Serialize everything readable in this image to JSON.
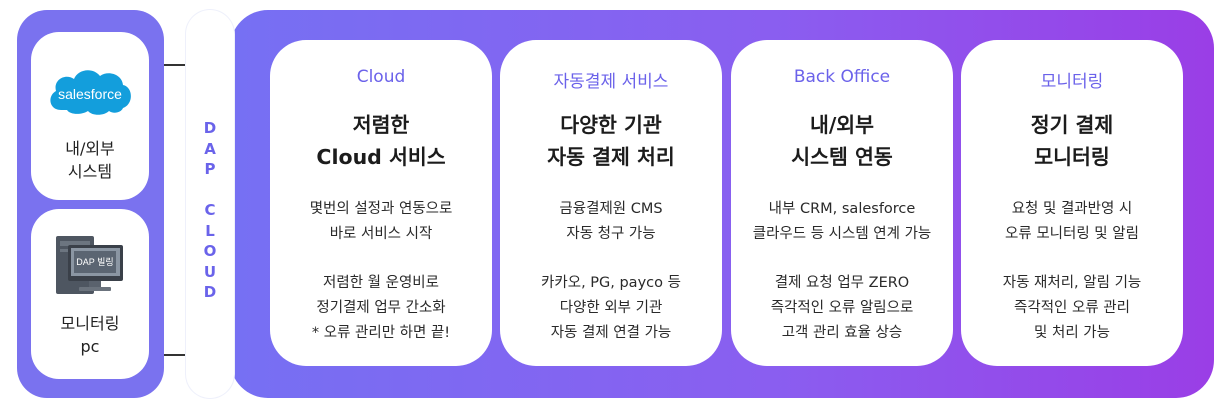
{
  "left": {
    "external": {
      "logo_text": "salesforce",
      "label": "내/외부\n시스템"
    },
    "monitor": {
      "screen_text": "DAP 빌링",
      "label": "모니터링\npc"
    }
  },
  "dap_label": [
    "D",
    "A",
    "P",
    " ",
    "C",
    "L",
    "O",
    "U",
    "D"
  ],
  "cards": [
    {
      "category": "Cloud",
      "title": "저렴한\nCloud 서비스",
      "desc1": "몇번의 설정과 연동으로\n바로 서비스 시작",
      "desc2": "저렴한 월 운영비로\n정기결제 업무 간소화\n* 오류 관리만 하면 끝!"
    },
    {
      "category": "자동결제 서비스",
      "title": "다양한 기관\n자동 결제 처리",
      "desc1": "금융결제원 CMS\n자동 청구 가능",
      "desc2": "카카오, PG, payco 등\n다양한  외부 기관\n자동 결제 연결 가능"
    },
    {
      "category": "Back Office",
      "title": "내/외부\n시스템 연동",
      "desc1": "내부 CRM, salesforce\n클라우드 등 시스템 연계 가능",
      "desc2": "결제 요청 업무 ZERO\n즉각적인 오류 알림으로\n고객 관리 효율 상승"
    },
    {
      "category": "모니터링",
      "title": "정기 결제\n모니터링",
      "desc1": "요청 및 결과반영 시\n오류 모니터링 및 알림",
      "desc2": "자동 재처리, 알림 기능\n즉각적인 오류 관리\n및 처리 가능"
    }
  ]
}
